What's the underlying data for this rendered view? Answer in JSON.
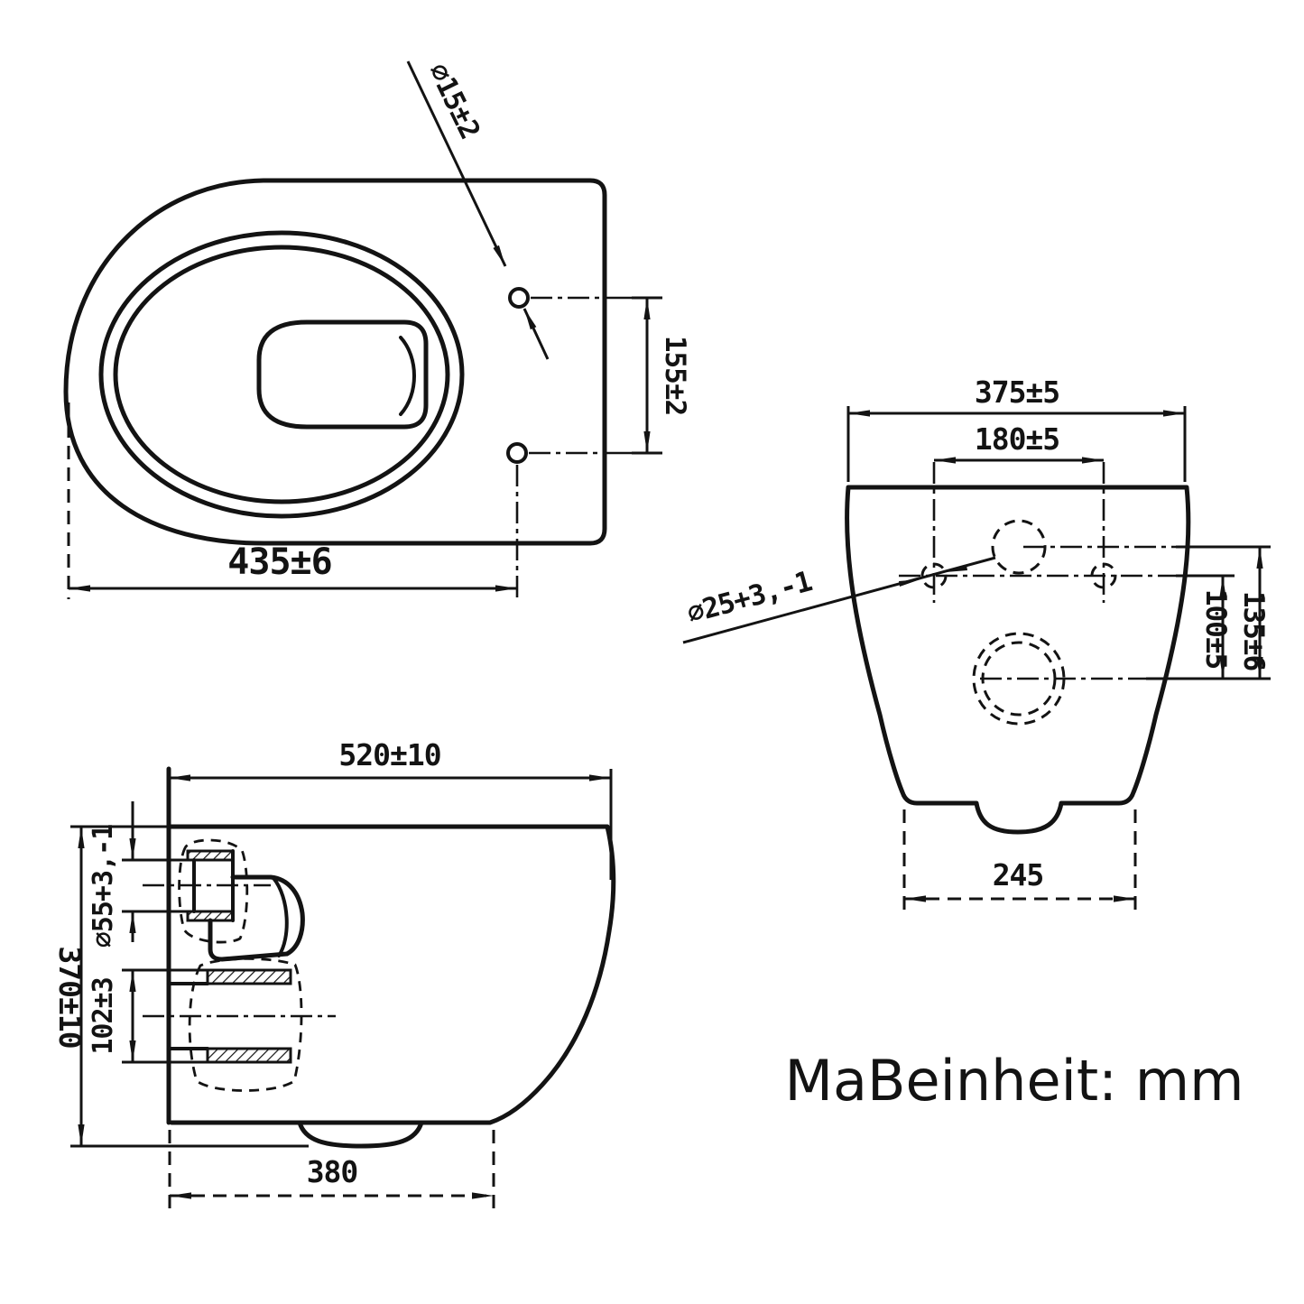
{
  "unit_note": "MaBeinheit: mm",
  "colors": {
    "line": "#131313",
    "background": "#ffffff"
  },
  "views": {
    "top": {
      "title": "top-view-plan",
      "dims": {
        "overall_length": "435±6",
        "hinge_hole_spacing": "155±2",
        "hinge_hole_diameter": "⌀15±2"
      }
    },
    "rear": {
      "title": "rear-view",
      "dims": {
        "overall_width": "375±5",
        "fixing_hole_spacing": "180±5",
        "fixing_hole_diameter": "⌀25+3,-1",
        "fixing_to_outlet": "100±5",
        "inlet_to_outlet": "135±6",
        "base_width": "245"
      }
    },
    "side": {
      "title": "side-view",
      "dims": {
        "overall_depth": "520±10",
        "overall_height": "370±10",
        "inlet_diameter": "⌀55+3,-1",
        "outlet_diameter": "102±3",
        "base_depth": "380"
      }
    }
  }
}
